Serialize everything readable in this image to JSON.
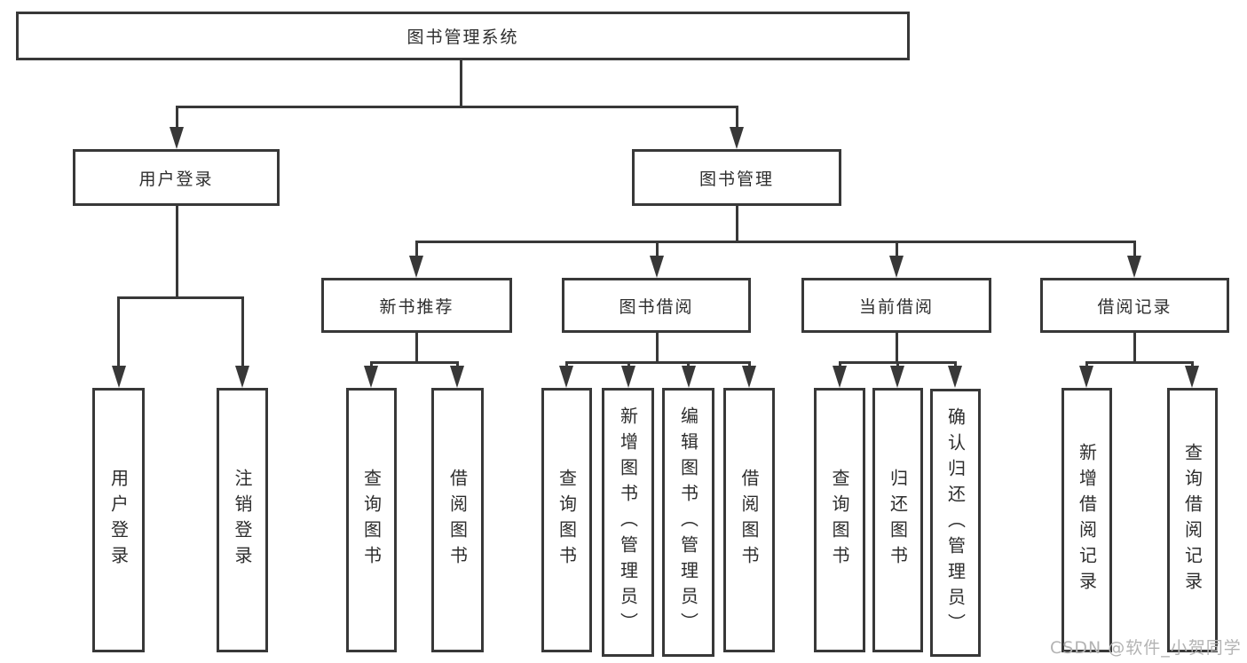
{
  "diagram": {
    "root": {
      "label": "图书管理系统"
    },
    "branches": [
      {
        "label": "用户登录",
        "children": [
          {
            "label": "用户登录"
          },
          {
            "label": "注销登录"
          }
        ]
      },
      {
        "label": "图书管理",
        "children": [
          {
            "label": "新书推荐",
            "children": [
              {
                "label": "查询图书"
              },
              {
                "label": "借阅图书"
              }
            ]
          },
          {
            "label": "图书借阅",
            "children": [
              {
                "label": "查询图书"
              },
              {
                "label": "新增图书（管理员）"
              },
              {
                "label": "编辑图书（管理员）"
              },
              {
                "label": "借阅图书"
              }
            ]
          },
          {
            "label": "当前借阅",
            "children": [
              {
                "label": "查询图书"
              },
              {
                "label": "归还图书"
              },
              {
                "label": "确认归还（管理员）"
              }
            ]
          },
          {
            "label": "借阅记录",
            "children": [
              {
                "label": "新增借阅记录"
              },
              {
                "label": "查询借阅记录"
              }
            ]
          }
        ]
      }
    ]
  },
  "watermark": {
    "text": "CSDN @软件_小贺同学"
  },
  "colors": {
    "line": "#383838",
    "text": "#2d2d2d",
    "watermark": "#b3b3b3",
    "background": "#ffffff"
  }
}
